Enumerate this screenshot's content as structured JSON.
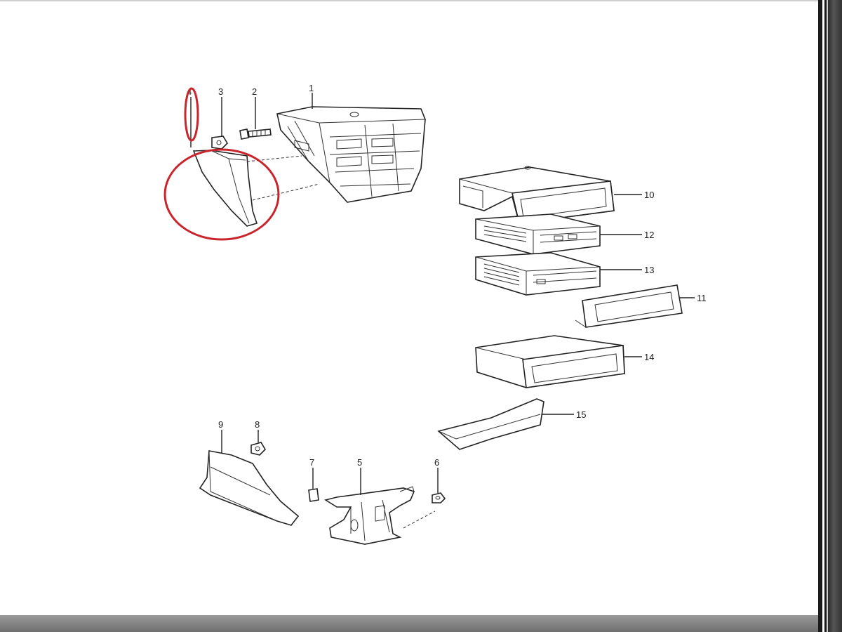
{
  "callouts": {
    "c1": "1",
    "c2": "2",
    "c3": "3",
    "c4": "4",
    "c5": "5",
    "c6": "6",
    "c7": "7",
    "c8": "8",
    "c9": "9",
    "c10": "10",
    "c11": "11",
    "c12": "12",
    "c13": "13",
    "c14": "14",
    "c15": "15"
  },
  "highlight_color": "#c8252c"
}
